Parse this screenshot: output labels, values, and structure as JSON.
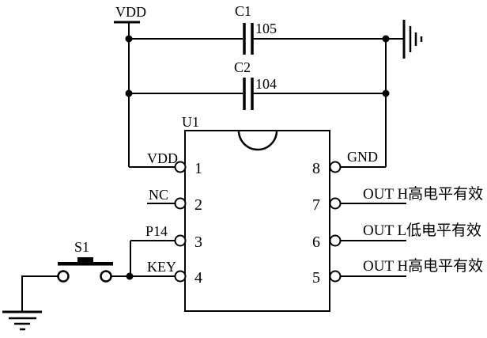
{
  "power": {
    "label": "VDD"
  },
  "capacitors": [
    {
      "ref": "C1",
      "value": "105"
    },
    {
      "ref": "C2",
      "value": "104"
    }
  ],
  "ic": {
    "ref": "U1",
    "left_pins": [
      {
        "num": "1",
        "label": "VDD"
      },
      {
        "num": "2",
        "label": "NC"
      },
      {
        "num": "3",
        "label": "P14"
      },
      {
        "num": "4",
        "label": "KEY"
      }
    ],
    "right_pins": [
      {
        "num": "8",
        "label": "GND"
      },
      {
        "num": "7",
        "label": "OUT H高电平有效"
      },
      {
        "num": "6",
        "label": "OUT L低电平有效"
      },
      {
        "num": "5",
        "label": "OUT H高电平有效"
      }
    ]
  },
  "button": {
    "ref": "S1"
  },
  "colors": {
    "line": "#000000",
    "background": "#ffffff"
  }
}
